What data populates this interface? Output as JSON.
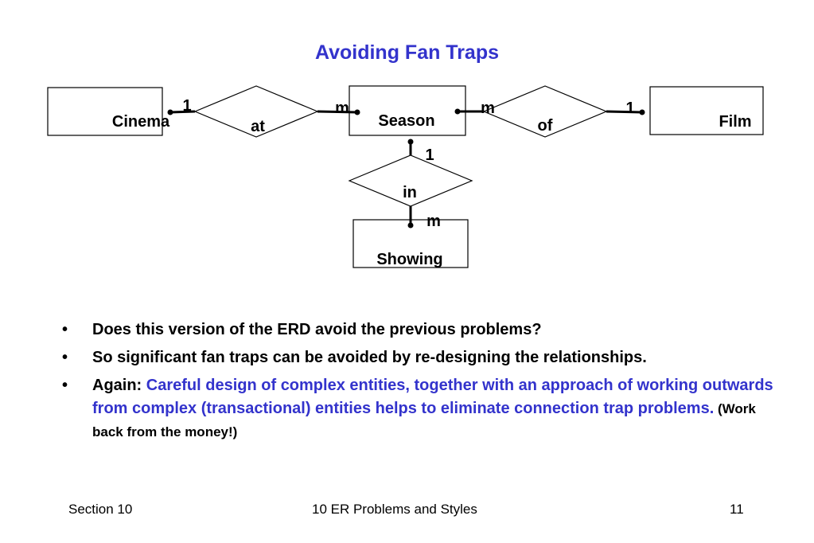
{
  "title": "Avoiding Fan Traps",
  "diagram": {
    "entities": {
      "cinema": "Cinema",
      "season": "Season",
      "film": "Film",
      "showing": "Showing"
    },
    "relationships": {
      "at": "at",
      "of": "of",
      "in": "in"
    },
    "cardinalities": {
      "cinema_at": "1",
      "at_season": "m",
      "season_of": "m",
      "of_film": "1",
      "season_in": "1",
      "in_showing": "m"
    }
  },
  "bullets": [
    {
      "text": "Does this version of the ERD avoid the previous problems?"
    },
    {
      "text": "So significant fan traps can be avoided by re-designing the relationships."
    },
    {
      "lead": "Again: ",
      "highlight": "Careful design of complex entities, together with an approach of working outwards from complex (transactional) entities helps to eliminate connection trap problems.",
      "note": " (Work back from the money!)"
    }
  ],
  "footer": {
    "left": "Section 10",
    "center": "10  ER Problems and Styles",
    "right": "11"
  }
}
